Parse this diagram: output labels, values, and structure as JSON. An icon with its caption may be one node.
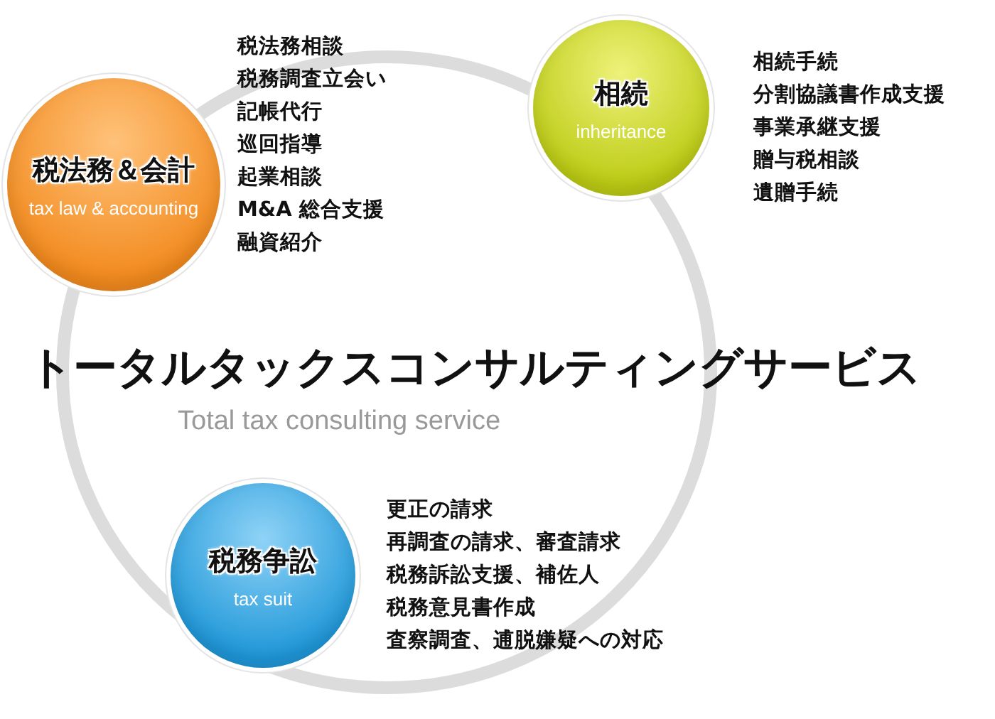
{
  "diagram": {
    "title": "トータルタックスコンサルティングサービス",
    "nodes": [
      {
        "text": [
          "税法務＆会計",
          "tax law & accounting"
        ],
        "beside": [
          "税法務相談",
          "税務調査立会い",
          "記帳代行",
          "巡回指導",
          "起業相談",
          "M&A 総合支援",
          "融資紹介"
        ]
      },
      {
        "text": [
          "相続",
          "inheritance"
        ],
        "beside": [
          "相続手続",
          "分割協議書作成支援",
          "事業承継支援",
          "贈与税相談",
          "遺贈手続"
        ]
      },
      {
        "text": [
          "税務争訟",
          "tax suit"
        ],
        "beside": [
          "更正の請求",
          "再調査の請求、審査請求",
          "税務訴訟支援、補佐人",
          "税務意見書作成",
          "査察調査、逋脱嫌疑への対応"
        ]
      }
    ],
    "edges": [],
    "labels": [
      "Total tax consulting service"
    ]
  }
}
